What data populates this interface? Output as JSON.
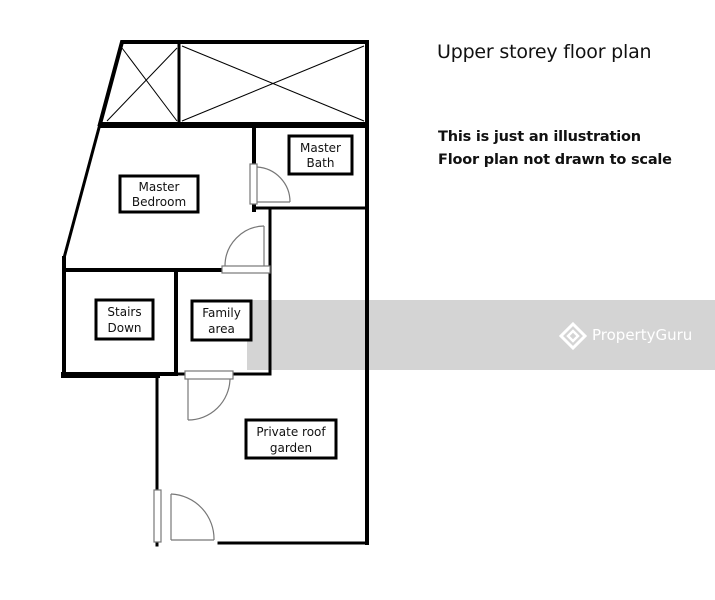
{
  "header": {
    "title": "Upper storey floor plan",
    "note_line1": "This is just an illustration",
    "note_line2": "Floor plan not drawn to scale"
  },
  "rooms": {
    "master_bath": [
      "Master",
      "Bath"
    ],
    "master_bedroom": [
      "Master",
      "Bedroom"
    ],
    "stairs": [
      "Stairs",
      "Down"
    ],
    "family_area": [
      "Family",
      "area"
    ],
    "roof_garden": [
      "Private roof",
      "garden"
    ]
  },
  "watermark": {
    "text": "PropertyGuru",
    "band_color": "#c9c9c9"
  },
  "colors": {
    "wall": "#000000",
    "door": "#777777",
    "background": "#ffffff"
  }
}
